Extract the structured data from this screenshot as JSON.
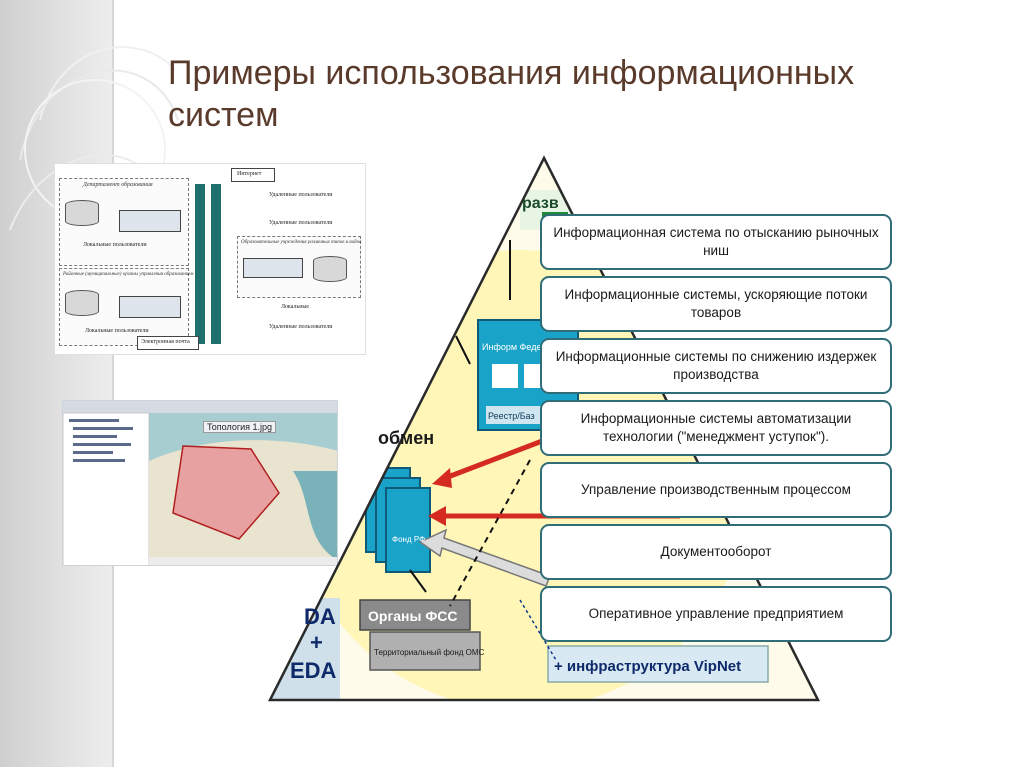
{
  "slide": {
    "title": "Примеры использования информационных систем"
  },
  "diagram": {
    "dept_top": "Департамент образования",
    "dept_bottom": "Районные (муниципальные) органы управления образованием",
    "dept_right": "Образовательные учреждения различных типов и видов",
    "internet": "Интернет",
    "remote_users_1": "Удаленные пользователи",
    "remote_users_2": "Удаленные пользователи",
    "remote_users_3": "Удаленные пользователи",
    "local_users_1": "Локальные пользователи",
    "local_users_2": "Локальные пользователи",
    "local_users_3": "Локальные",
    "e_mail": "Электронная почта"
  },
  "map": {
    "tab_label": "Топология 1.jpg"
  },
  "pyramid_labels": {
    "top": "разв",
    "exchange": "обмен",
    "fss": "Органы ФСС",
    "foms": "Территориальный фонд ОМС",
    "vipnet": "+ инфраструктура VipNet",
    "eda_1": "DA",
    "eda_plus": "+",
    "eda_2": "EDA",
    "center_box": "Информ Федераль",
    "registry": "Реестр/Баз",
    "fund_rf": "Фонд РФ"
  },
  "ps_cards": [
    {
      "label": "Информационная система по отысканию рыночных ниш"
    },
    {
      "label": "Информационные системы, ускоряющие потоки товаров"
    },
    {
      "label": "Информационные системы по снижению издержек производства"
    },
    {
      "label": "Информационные системы автоматизации технологии (\"менеджмент уступок\")."
    },
    {
      "label": "Управление производственным процессом"
    },
    {
      "label": "Документооборот"
    },
    {
      "label": "Оперативное управление предприятием"
    }
  ],
  "colors": {
    "title": "#5a3a2a",
    "card_border": "#2f6d78",
    "pyramid_yellow": "#fff6b8",
    "pyramid_blue": "#1aa3c8",
    "arrow_red": "#d42a1f"
  }
}
